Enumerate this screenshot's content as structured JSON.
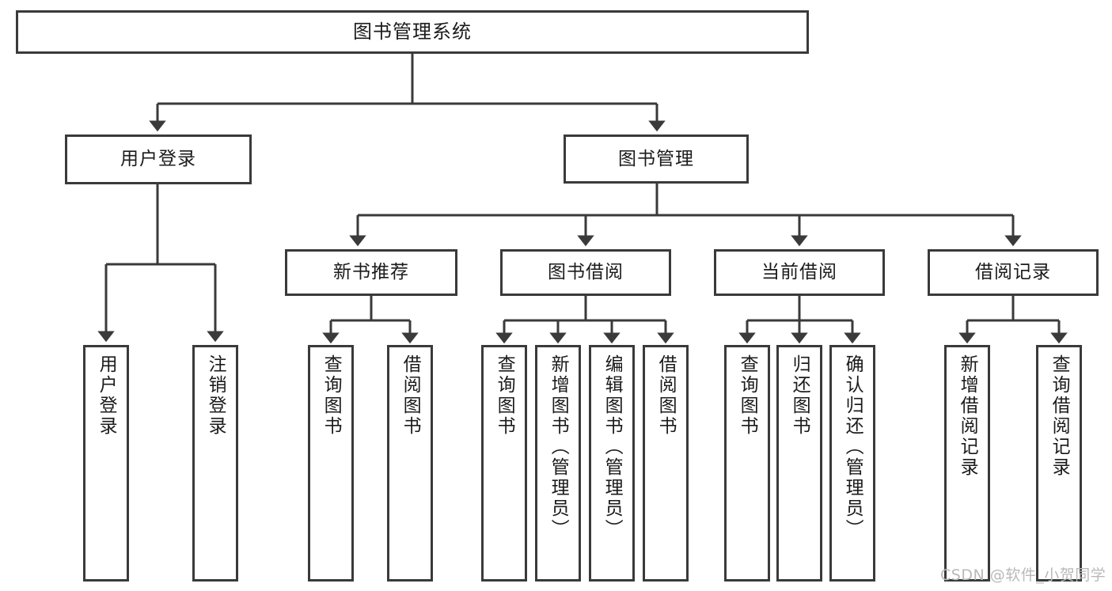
{
  "diagram": {
    "title": "图书管理系统",
    "type": "tree-hierarchy-chart",
    "watermark": "CSDN @软件_小贺同学",
    "colors": {
      "stroke": "#3a3a3a",
      "fill": "#ffffff",
      "text": "#1b1b1b",
      "watermark": "#b9b9b9"
    },
    "levels": {
      "root": {
        "label": "图书管理系统"
      },
      "level2": [
        {
          "label": "用户登录"
        },
        {
          "label": "图书管理"
        }
      ],
      "level3": [
        {
          "label": "新书推荐"
        },
        {
          "label": "图书借阅"
        },
        {
          "label": "当前借阅"
        },
        {
          "label": "借阅记录"
        }
      ],
      "leaves": [
        {
          "label": "用户登录",
          "parent": "用户登录"
        },
        {
          "label": "注销登录",
          "parent": "用户登录"
        },
        {
          "label": "查询图书",
          "parent": "新书推荐"
        },
        {
          "label": "借阅图书",
          "parent": "新书推荐"
        },
        {
          "label": "查询图书",
          "parent": "图书借阅"
        },
        {
          "label": "新增图书（管理员）",
          "parent": "图书借阅"
        },
        {
          "label": "编辑图书（管理员）",
          "parent": "图书借阅"
        },
        {
          "label": "借阅图书",
          "parent": "图书借阅"
        },
        {
          "label": "查询图书",
          "parent": "当前借阅"
        },
        {
          "label": "归还图书",
          "parent": "当前借阅"
        },
        {
          "label": "确认归还（管理员）",
          "parent": "当前借阅"
        },
        {
          "label": "新增借阅记录",
          "parent": "借阅记录"
        },
        {
          "label": "查询借阅记录",
          "parent": "借阅记录"
        }
      ]
    }
  }
}
